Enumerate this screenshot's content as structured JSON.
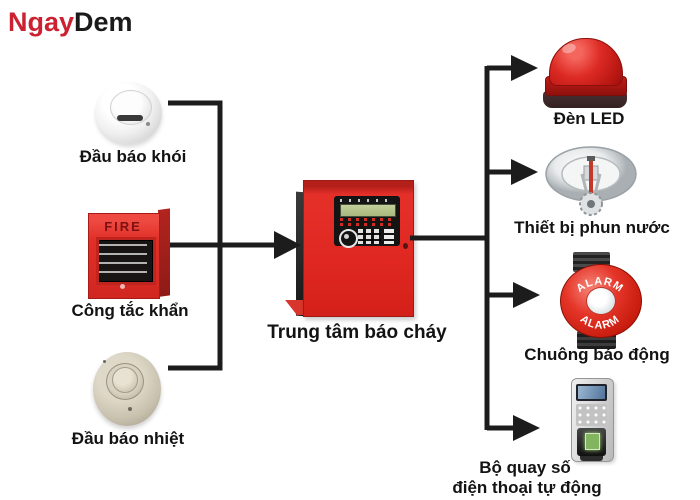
{
  "logo": {
    "text_red": "Ngay",
    "text_black": "Dem"
  },
  "colors": {
    "background": "#ffffff",
    "connector_line": "#1c1c1c",
    "label_text": "#131313",
    "logo_red": "#cc2130",
    "logo_black": "#1a1a1a",
    "device_red": "#e02722"
  },
  "diagram": {
    "inputs": [
      {
        "label": "Đầu báo khói"
      },
      {
        "label": "Công tắc khẩn",
        "device_text": "FIRE"
      },
      {
        "label": "Đầu báo nhiệt"
      }
    ],
    "center": {
      "label": "Trung tâm báo cháy"
    },
    "outputs": [
      {
        "label": "Đèn LED"
      },
      {
        "label": "Thiết bị phun nước"
      },
      {
        "label": "Chuông báo động",
        "device_text_top": "ALARM",
        "device_text_bottom": "ALARM"
      },
      {
        "label_line1": "Bộ quay số",
        "label_line2": "điện thoại tự động"
      }
    ]
  }
}
